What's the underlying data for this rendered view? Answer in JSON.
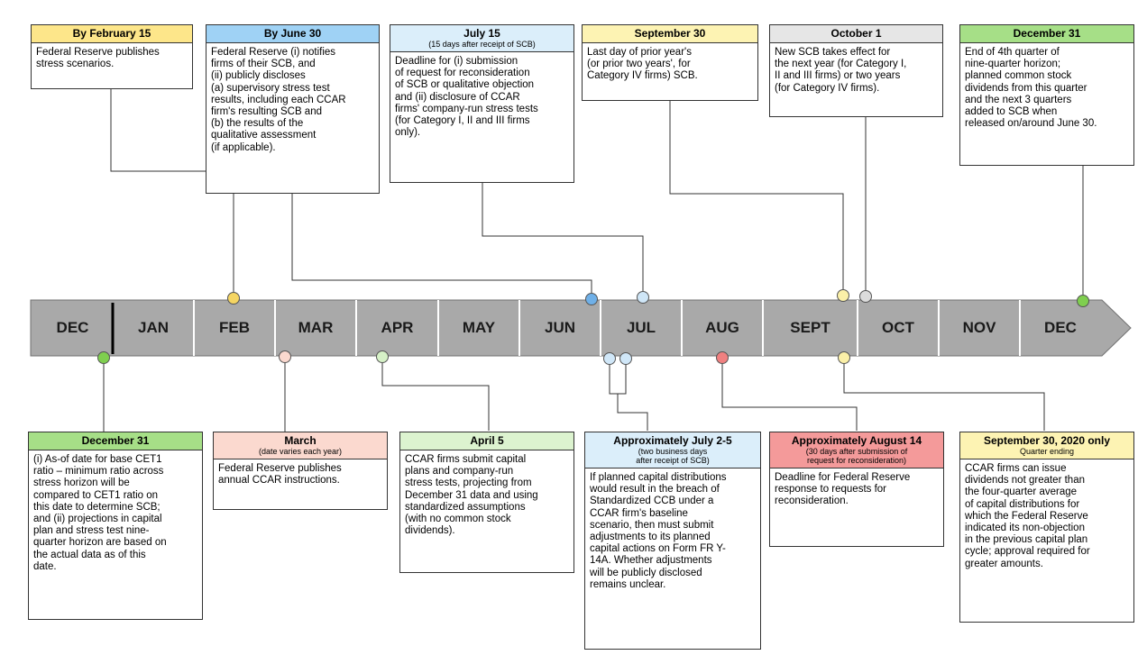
{
  "colors": {
    "yellow": "#fde68a",
    "blue": "#9fd2f5",
    "lightblue": "#dbeefa",
    "lightyellow": "#fdf3b3",
    "grey": "#e6e6e6",
    "green": "#a6df87",
    "pink": "#fbd9cf",
    "lightgreen": "#dcf3cf",
    "red": "#f49a9a",
    "timeline_fill": "#a9a9a9"
  },
  "months": [
    "DEC",
    "JAN",
    "FEB",
    "MAR",
    "APR",
    "MAY",
    "JUN",
    "JUL",
    "AUG",
    "SEPT",
    "OCT",
    "NOV",
    "DEC"
  ],
  "top_boxes": [
    {
      "title": "By February 15",
      "subtitle": "",
      "body": "Federal Reserve publishes\nstress scenarios."
    },
    {
      "title": "By June 30",
      "subtitle": "",
      "body": "Federal Reserve (i) notifies\nfirms of their SCB, and\n(ii) publicly discloses\n(a) supervisory stress test\nresults, including each CCAR\nfirm's resulting SCB and\n(b) the results of the\nqualitative assessment\n(if applicable)."
    },
    {
      "title": "July 15",
      "subtitle": "(15 days after receipt of SCB)",
      "body": "Deadline for (i) submission\nof request for reconsideration\nof SCB or qualitative objection\nand (ii) disclosure of CCAR\nfirms' company-run stress tests\n(for Category I, II and III  firms\nonly)."
    },
    {
      "title": "September 30",
      "subtitle": "",
      "body": "Last day of prior year's\n(or prior two years', for\nCategory IV firms) SCB."
    },
    {
      "title": "October 1",
      "subtitle": "",
      "body": "New SCB takes effect for\nthe next year (for Category I,\nII and III  firms) or two years\n(for Category IV firms)."
    },
    {
      "title": "December 31",
      "subtitle": "",
      "body": "End of 4th quarter of\nnine-quarter horizon;\nplanned common stock\ndividends from this quarter\nand the next 3 quarters\nadded to SCB when\nreleased on/around June 30."
    }
  ],
  "bottom_boxes": [
    {
      "title": "December 31",
      "subtitle": "",
      "body": "(i) As-of date for base CET1\nratio – minimum ratio across\nstress horizon will be\ncompared to CET1 ratio on\nthis date to determine SCB;\nand (ii) projections in capital\nplan and stress test nine-\nquarter horizon are based on\nthe actual data as of this\ndate."
    },
    {
      "title": "March",
      "subtitle": "(date varies each year)",
      "body": "Federal Reserve publishes\nannual CCAR instructions."
    },
    {
      "title": "April 5",
      "subtitle": "",
      "body": "CCAR firms submit capital\nplans and company-run\nstress tests, projecting from\nDecember 31 data and using\nstandardized assumptions\n(with no common stock\ndividends)."
    },
    {
      "title": "Approximately July 2-5",
      "subtitle": "(two business days\nafter receipt of SCB)",
      "body": "If planned capital distributions\nwould result in the breach of\nStandardized CCB under a\nCCAR firm's baseline\nscenario, then must submit\nadjustments to its planned\ncapital actions on Form FR Y-\n14A.  Whether adjustments\nwill be publicly disclosed\nremains unclear."
    },
    {
      "title": "Approximately August 14",
      "subtitle": "(30 days after submission of\nrequest for reconsideration)",
      "body": "Deadline for Federal Reserve\nresponse to requests for\nreconsideration."
    },
    {
      "title": "September 30, 2020 only",
      "subtitle": "Quarter ending",
      "body": "CCAR firms can issue\ndividends not greater than\nthe four-quarter average\nof capital distributions for\nwhich the Federal Reserve\nindicated its non-objection\nin the previous capital plan\ncycle; approval required for\ngreater amounts."
    }
  ]
}
